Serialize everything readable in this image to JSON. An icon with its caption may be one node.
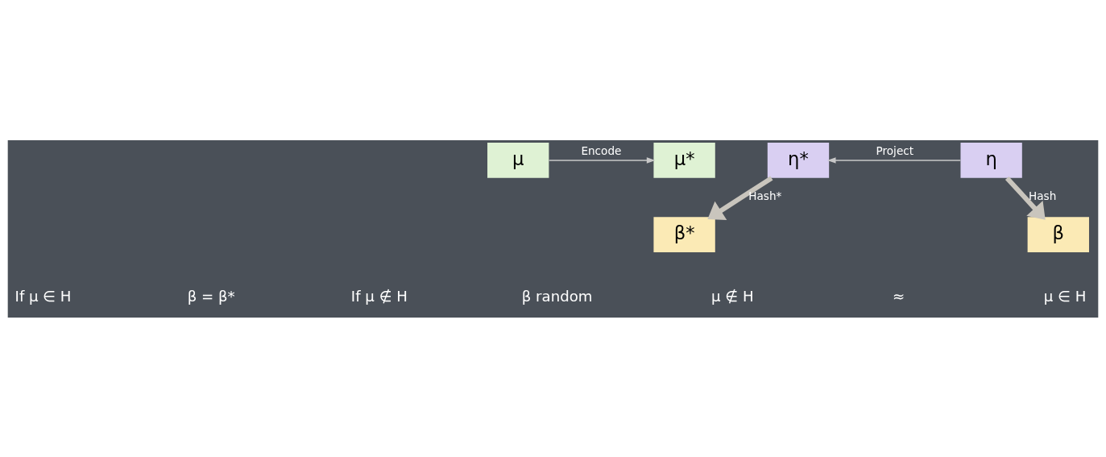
{
  "diagram": {
    "nodes": [
      {
        "text": [
          "μ"
        ]
      },
      {
        "text": [
          "μ*"
        ]
      },
      {
        "text": [
          "η*"
        ]
      },
      {
        "text": [
          "η"
        ]
      },
      {
        "text": [
          "β*"
        ]
      },
      {
        "text": [
          "β"
        ]
      }
    ],
    "edges": [
      {
        "from": 0,
        "to": 1,
        "arrow": "to",
        "label": "Encode"
      },
      {
        "from": 3,
        "to": 2,
        "arrow": "to",
        "label": "Project"
      },
      {
        "from": 2,
        "to": 4,
        "arrow": "to",
        "label": "Hash*",
        "style": "thick",
        "color": "#c9c5bd"
      },
      {
        "from": 3,
        "to": 5,
        "arrow": "to",
        "label": "Hash",
        "style": "thick",
        "color": "#c9c5bd"
      }
    ],
    "labels": [
      "If μ ∈ H",
      "β = β*",
      "If μ ∉ H",
      "β random",
      "μ ∉ H",
      "≈",
      "μ ∈ H"
    ]
  }
}
